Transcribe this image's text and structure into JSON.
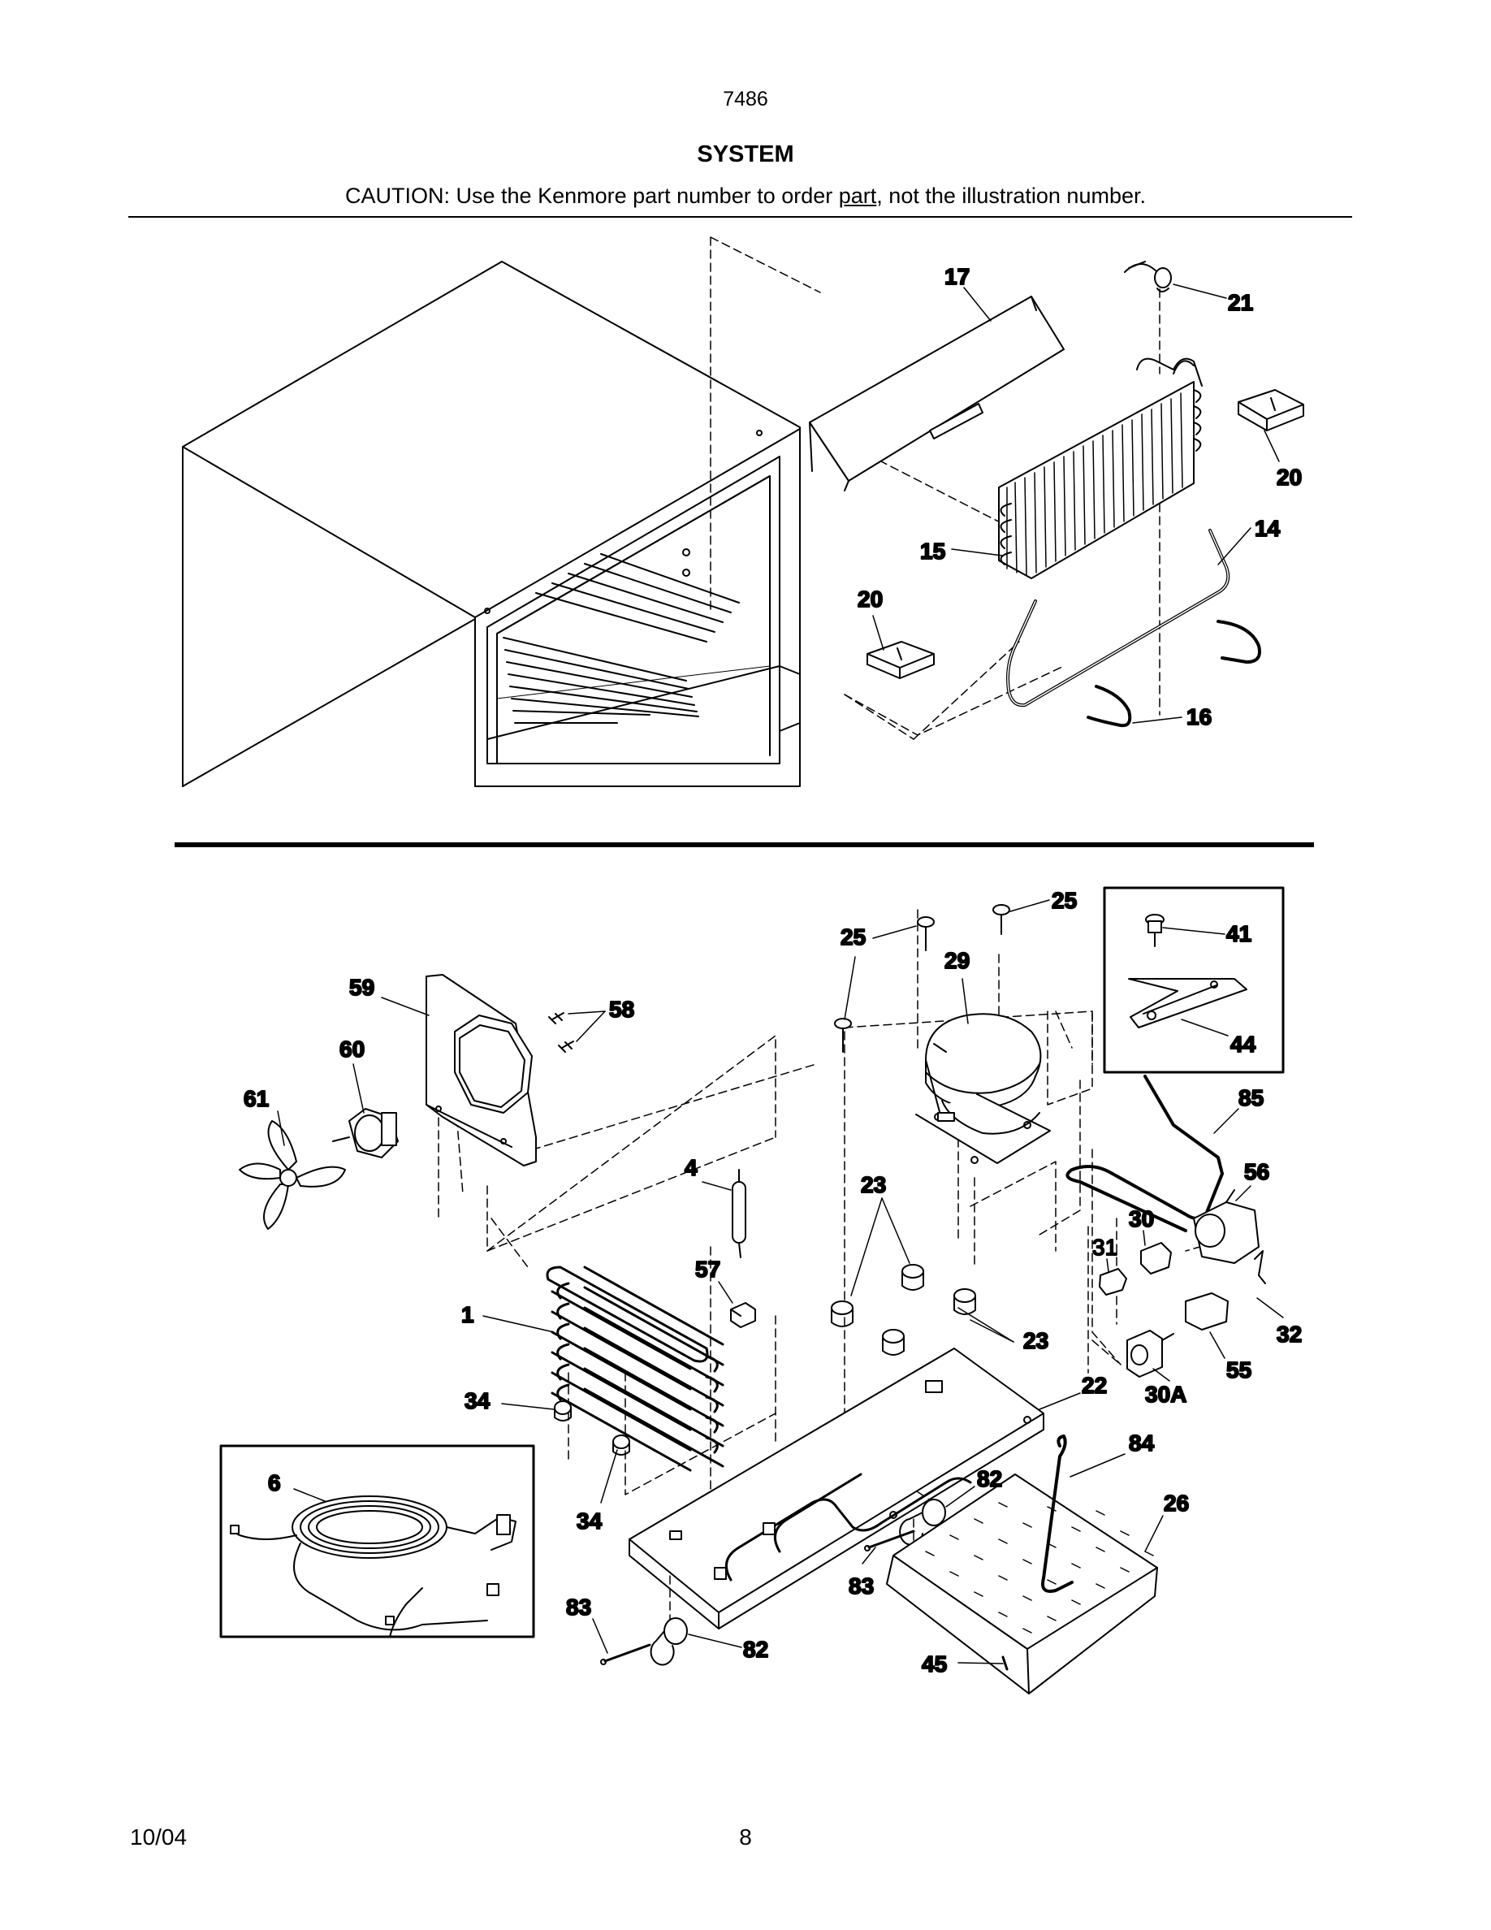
{
  "header": {
    "model_number": "7486",
    "section_title": "SYSTEM",
    "caution_prefix": "CAUTION: Use the Kenmore part number to order ",
    "caution_underlined": "part",
    "caution_suffix": ", not the illustration number."
  },
  "upper_callouts": {
    "c17": "17",
    "c21": "21",
    "c20a": "20",
    "c14": "14",
    "c15": "15",
    "c20b": "20",
    "c16": "16"
  },
  "lower_callouts": {
    "c25a": "25",
    "c25b": "25",
    "c29": "29",
    "c41": "41",
    "c44": "44",
    "c59": "59",
    "c58": "58",
    "c60": "60",
    "c61": "61",
    "c85": "85",
    "c4": "4",
    "c23a": "23",
    "c56": "56",
    "c30": "30",
    "c31": "31",
    "c57": "57",
    "c1": "1",
    "c23b": "23",
    "c32": "32",
    "c55": "55",
    "c22": "22",
    "c30a": "30A",
    "c34a": "34",
    "c84": "84",
    "c6": "6",
    "c82a": "82",
    "c26": "26",
    "c34b": "34",
    "c83a": "83",
    "c83b": "83",
    "c82b": "82",
    "c45": "45"
  },
  "footer": {
    "date": "10/04",
    "page": "8"
  }
}
